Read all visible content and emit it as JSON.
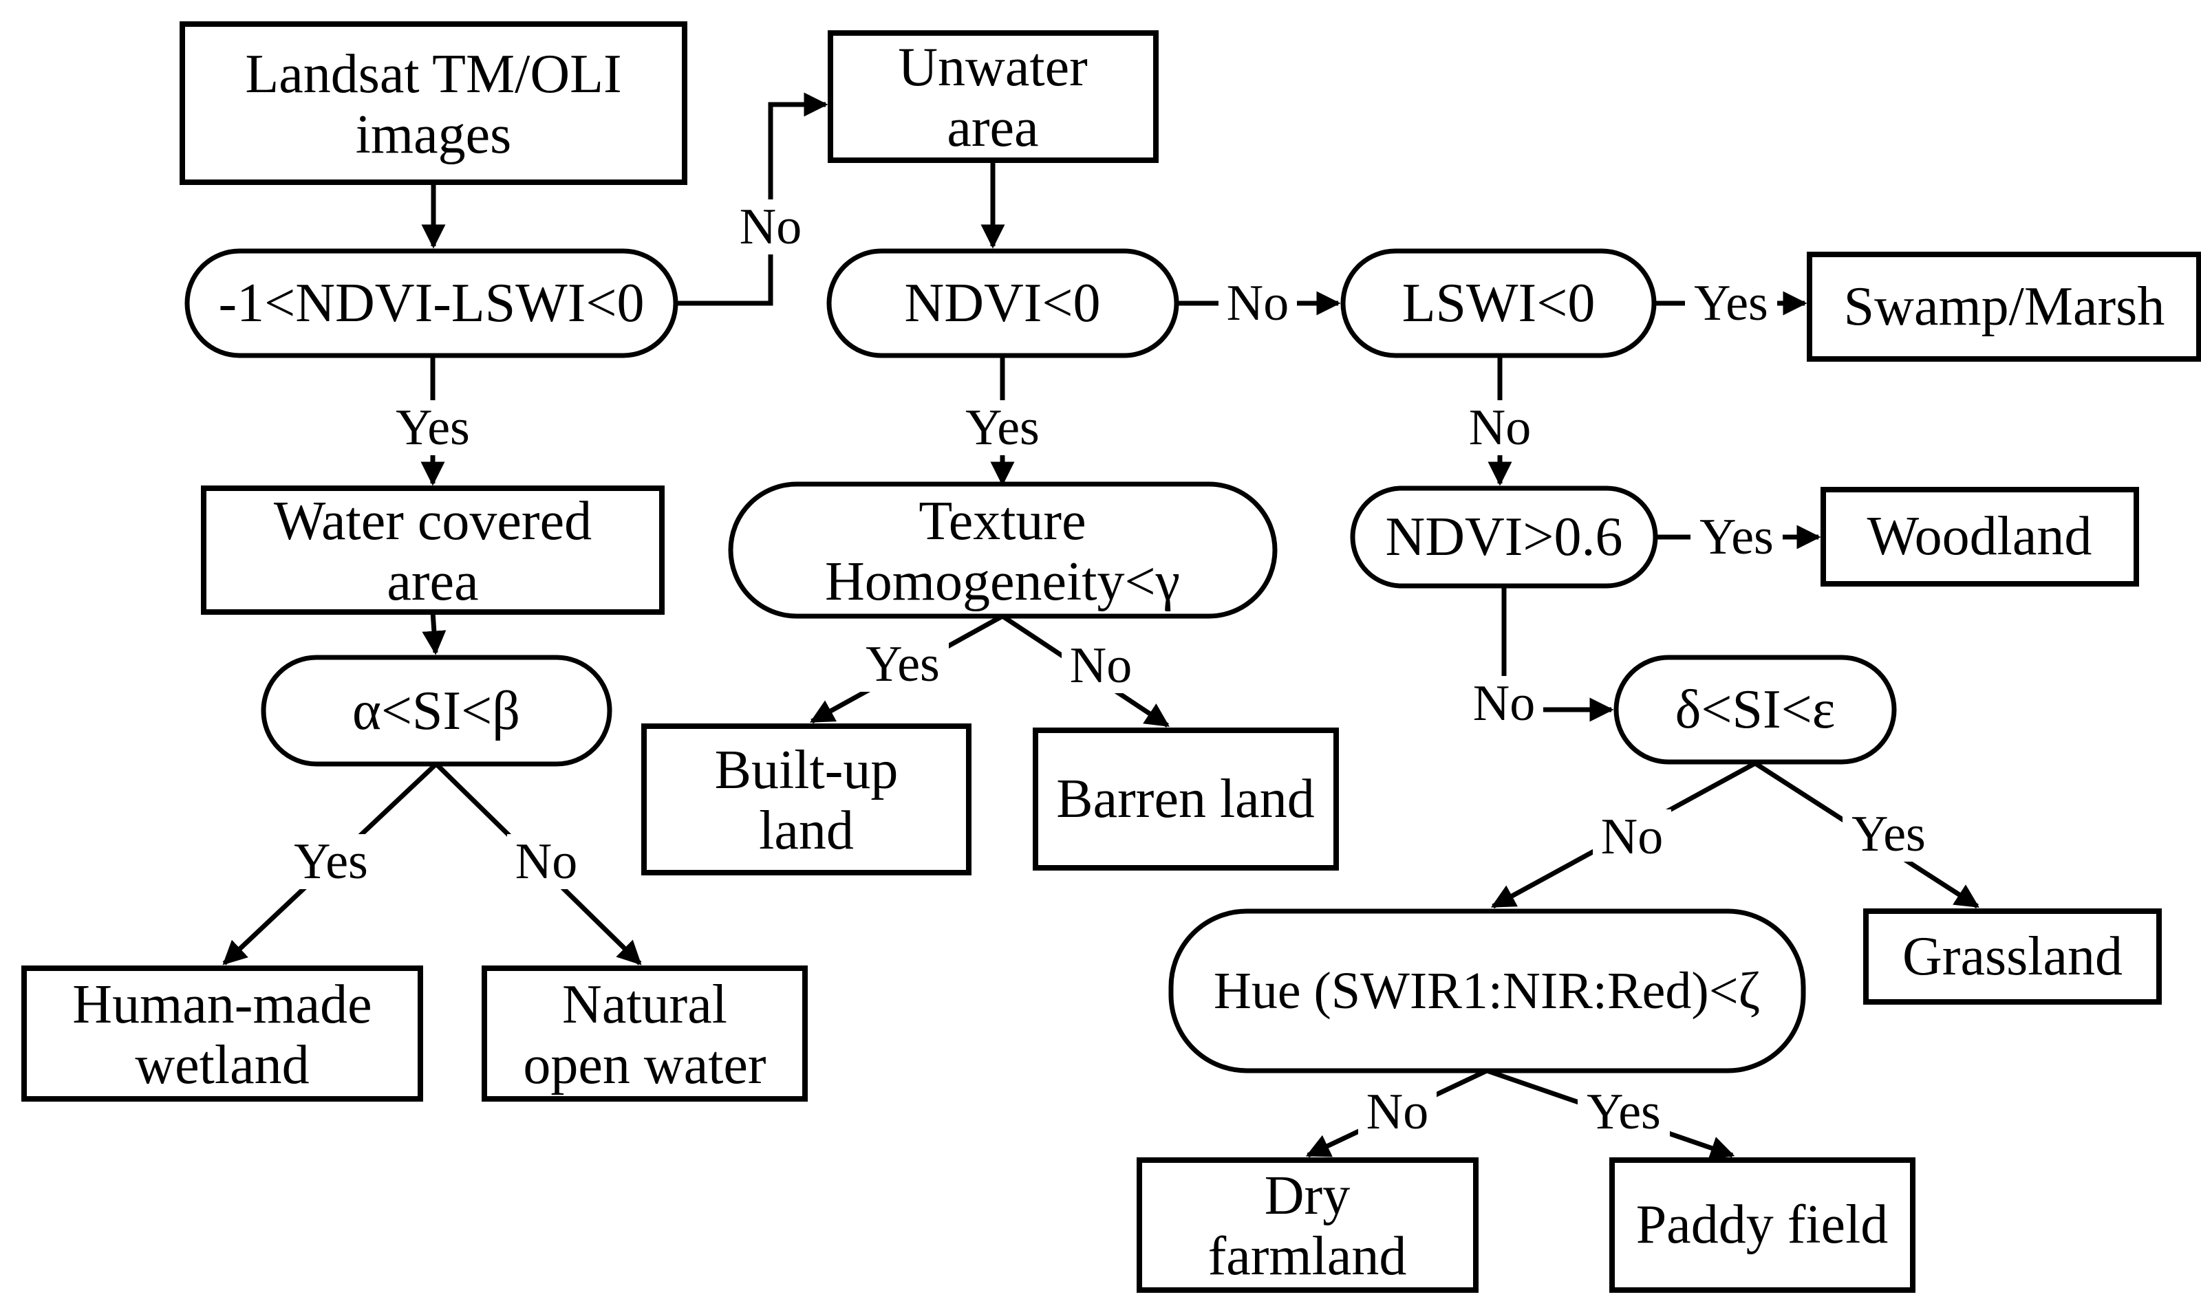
{
  "colors": {
    "line": "#000000",
    "background": "#ffffff",
    "text": "#000000"
  },
  "nodes": {
    "landsat": {
      "line1": "Landsat TM/OLI",
      "line2": "images"
    },
    "ndvi_lswi": {
      "label": "-1<NDVI-LSWI<0"
    },
    "unwater": {
      "line1": "Unwater",
      "line2": "area"
    },
    "ndvi_lt_0": {
      "label": "NDVI<0"
    },
    "lswi_lt_0": {
      "label": "LSWI<0"
    },
    "swamp": {
      "label": "Swamp/Marsh"
    },
    "water_area": {
      "line1": "Water covered",
      "line2": "area"
    },
    "alpha_si": {
      "label": "α<SI<β"
    },
    "texture": {
      "line1": "Texture",
      "line2": "Homogeneity<γ"
    },
    "ndvi_gt_06": {
      "label": "NDVI>0.6"
    },
    "woodland": {
      "label": "Woodland"
    },
    "delta_si": {
      "label": "δ<SI<ε"
    },
    "builtup": {
      "line1": "Built-up",
      "line2": "land"
    },
    "barren": {
      "label": "Barren land"
    },
    "human_wetland": {
      "line1": "Human-made",
      "line2": "wetland"
    },
    "natural_water": {
      "line1": "Natural",
      "line2": "open water"
    },
    "hue": {
      "label": "Hue (SWIR1:NIR:Red)<ζ"
    },
    "grassland": {
      "label": "Grassland"
    },
    "dry_farmland": {
      "line1": "Dry",
      "line2": "farmland"
    },
    "paddy": {
      "label": "Paddy field"
    }
  },
  "edge_labels": {
    "ndvi_lswi_no": "No",
    "ndvi_lswi_yes": "Yes",
    "ndvi0_no": "No",
    "ndvi0_yes": "Yes",
    "lswi0_yes": "Yes",
    "lswi0_no": "No",
    "alpha_yes": "Yes",
    "alpha_no": "No",
    "texture_yes": "Yes",
    "texture_no": "No",
    "ndvi06_yes": "Yes",
    "ndvi06_no": "No",
    "delta_no": "No",
    "delta_yes": "Yes",
    "hue_no": "No",
    "hue_yes": "Yes"
  }
}
